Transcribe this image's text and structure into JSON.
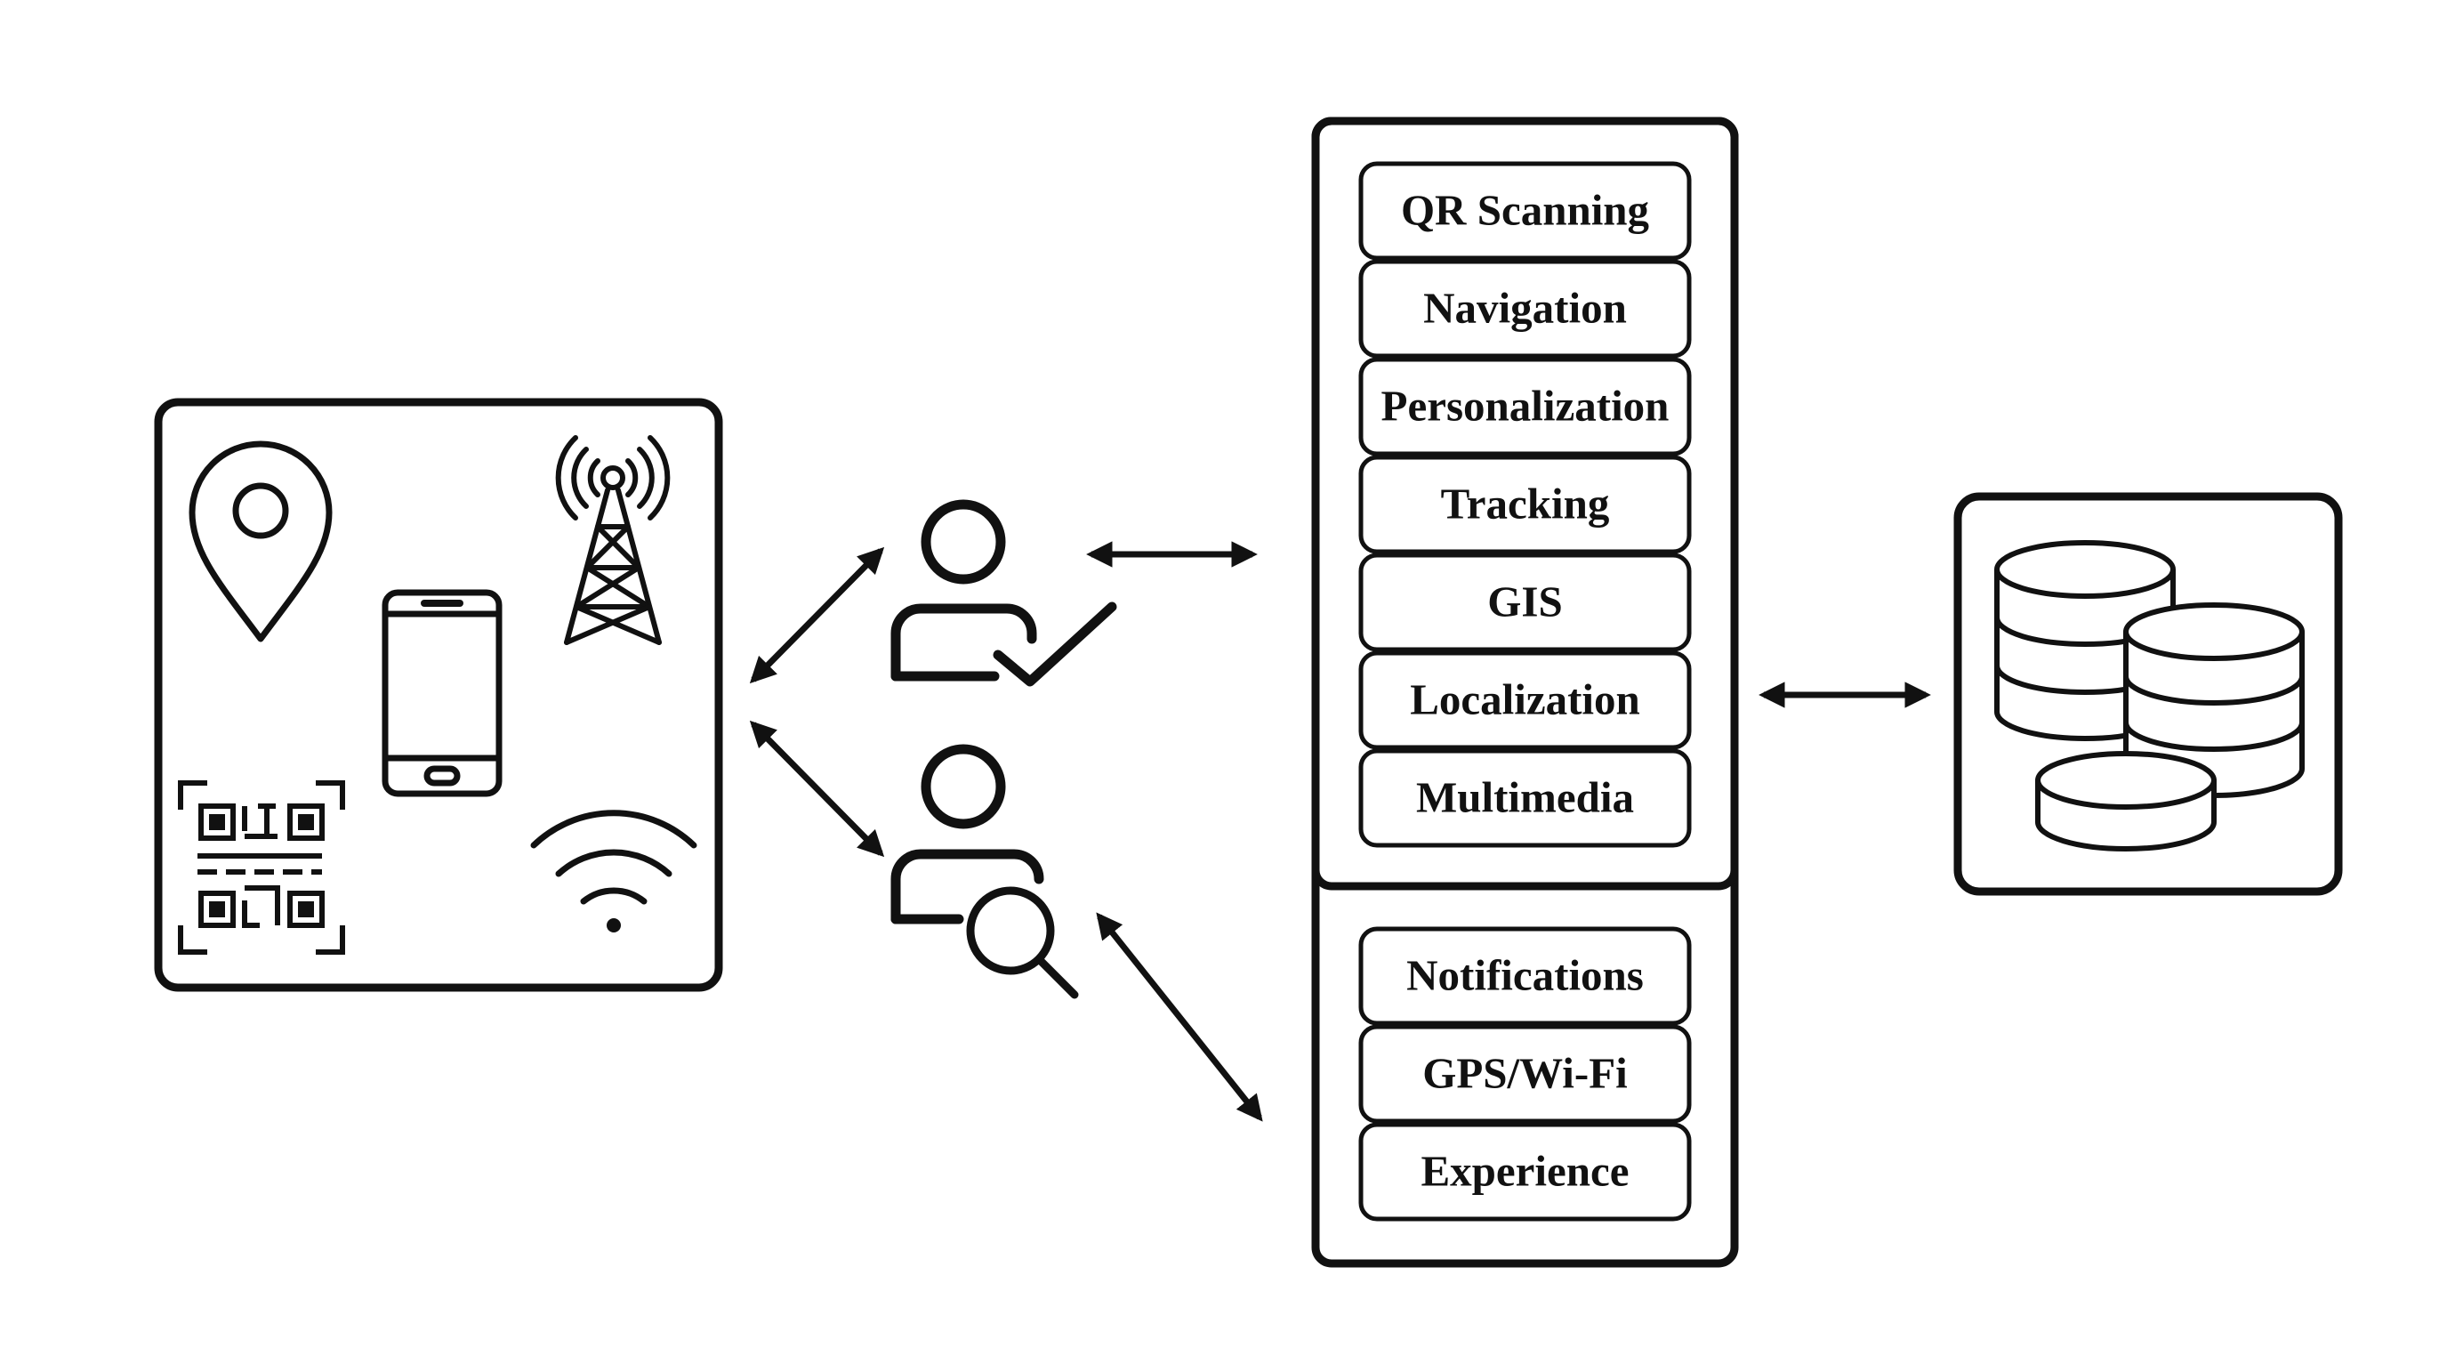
{
  "colors": {
    "stroke": "#111111",
    "background": "#ffffff"
  },
  "device_panel": {
    "icons": [
      "location-pin-icon",
      "cell-tower-icon",
      "smartphone-icon",
      "qr-code-icon",
      "wifi-icon"
    ]
  },
  "users": {
    "verified_user_icon": "user-check-icon",
    "searching_user_icon": "user-search-icon"
  },
  "upper_modules": [
    "QR Scanning",
    "Navigation",
    "Personalization",
    "Tracking",
    "GIS",
    "Localization",
    "Multimedia"
  ],
  "lower_modules": [
    "Notifications",
    "GPS/Wi-Fi",
    "Experience"
  ],
  "database": {
    "icon": "database-stack-icon"
  }
}
